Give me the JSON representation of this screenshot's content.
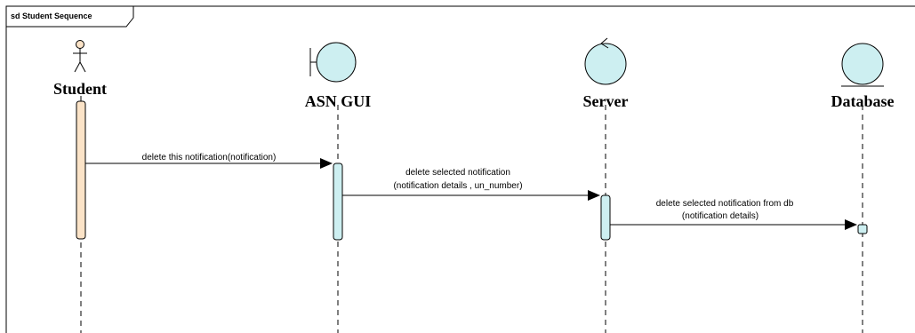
{
  "diagram": {
    "frame_title": "sd Student Sequence",
    "participants": [
      {
        "id": "student",
        "name": "Student",
        "kind": "actor"
      },
      {
        "id": "asn_gui",
        "name": "ASN GUI",
        "kind": "boundary"
      },
      {
        "id": "server",
        "name": "Server",
        "kind": "control"
      },
      {
        "id": "database",
        "name": "Database",
        "kind": "entity"
      }
    ],
    "messages": [
      {
        "from": "student",
        "to": "asn_gui",
        "lines": [
          "delete this notification(notification)"
        ]
      },
      {
        "from": "asn_gui",
        "to": "server",
        "lines": [
          "delete selected notification",
          "(notification details , un_number)"
        ]
      },
      {
        "from": "server",
        "to": "database",
        "lines": [
          "delete selected notification from db",
          "(notification details)"
        ]
      }
    ],
    "colors": {
      "actor_activation": "#fbe3c7",
      "activation": "#cdeff1",
      "object_fill": "#cdeff1",
      "line": "#000000"
    }
  }
}
